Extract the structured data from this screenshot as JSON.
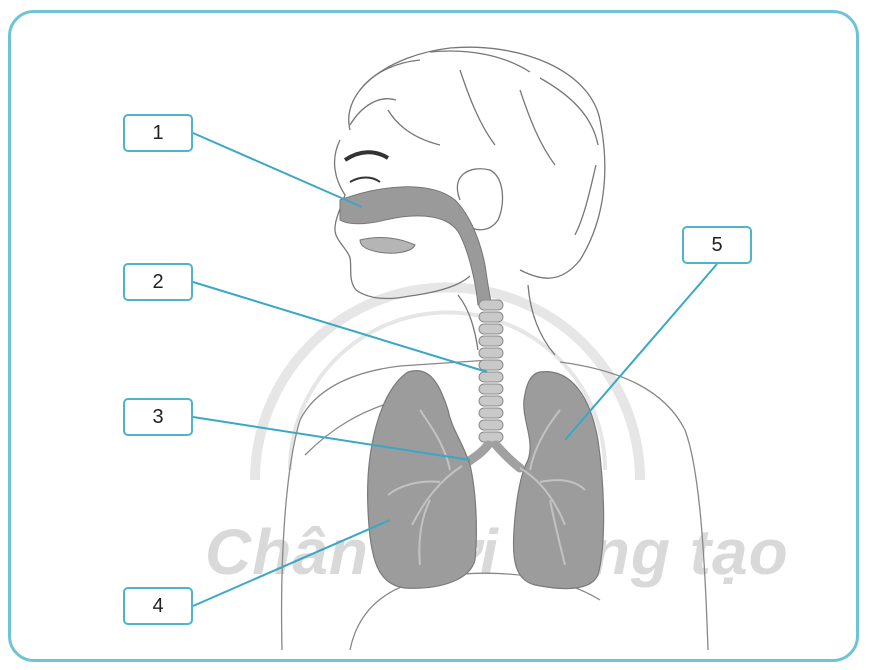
{
  "labels": {
    "l1": "1",
    "l2": "2",
    "l3": "3",
    "l4": "4",
    "l5": "5"
  },
  "watermark": "Chân trời sáng tạo",
  "colors": {
    "frame": "#6fc3d6",
    "leader": "#3aa8c4",
    "organ": "#8e8e8e",
    "outline": "#777777"
  }
}
